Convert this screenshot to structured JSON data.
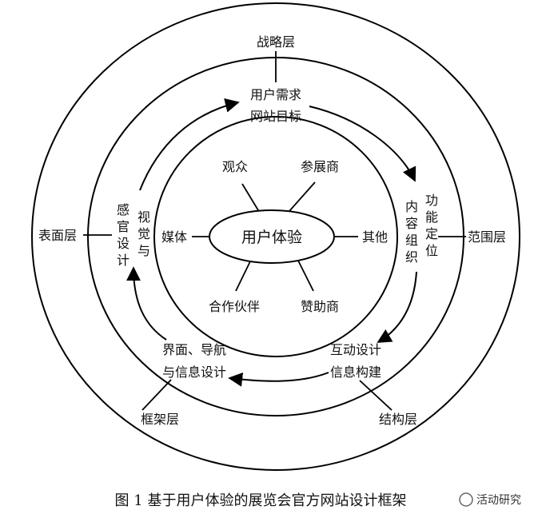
{
  "layers": {
    "strategy": "战略层",
    "scope": "范围层",
    "structure": "结构层",
    "skeleton": "框架层",
    "surface": "表面层"
  },
  "middle_ring": {
    "top_line1": "用户需求",
    "top_line2": "网站目标",
    "right_col1": "功能定位",
    "right_col2": "内容组织",
    "bottom_right_line1": "互动设计",
    "bottom_right_line2": "信息构建",
    "bottom_left_line1": "界面、导航",
    "bottom_left_line2": "与信息设计",
    "left_col1": "感官设计",
    "left_col2": "视觉与"
  },
  "core": {
    "center": "用户体验",
    "stakeholders": [
      "观众",
      "参展商",
      "其他",
      "赞助商",
      "合作伙伴",
      "媒体"
    ]
  },
  "caption": "图 1  基于用户体验的展览会官方网站设计框架",
  "watermark": "活动研究"
}
